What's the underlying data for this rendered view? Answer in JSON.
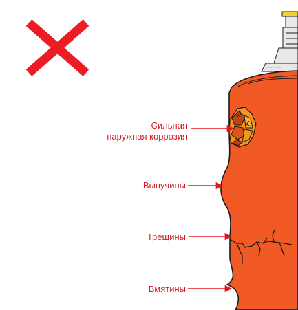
{
  "colors": {
    "cylinder_fill": "#f15a24",
    "cylinder_outline": "#1a1a1a",
    "label_text": "#d71920",
    "arrow": "#e0161e",
    "cross": "#ec1c24",
    "valve": "#e8e8e8",
    "valve_handle": "#f2d22e",
    "corrosion_light": "#f7941d",
    "corrosion_dark": "#c1440e"
  },
  "icons": {
    "status": "cross-icon"
  },
  "defects": [
    {
      "lines": [
        "Сильная",
        "наружная коррозия"
      ]
    },
    {
      "lines": [
        "Выпучины"
      ]
    },
    {
      "lines": [
        "Трещины"
      ]
    },
    {
      "lines": [
        "Вмятины"
      ]
    }
  ]
}
